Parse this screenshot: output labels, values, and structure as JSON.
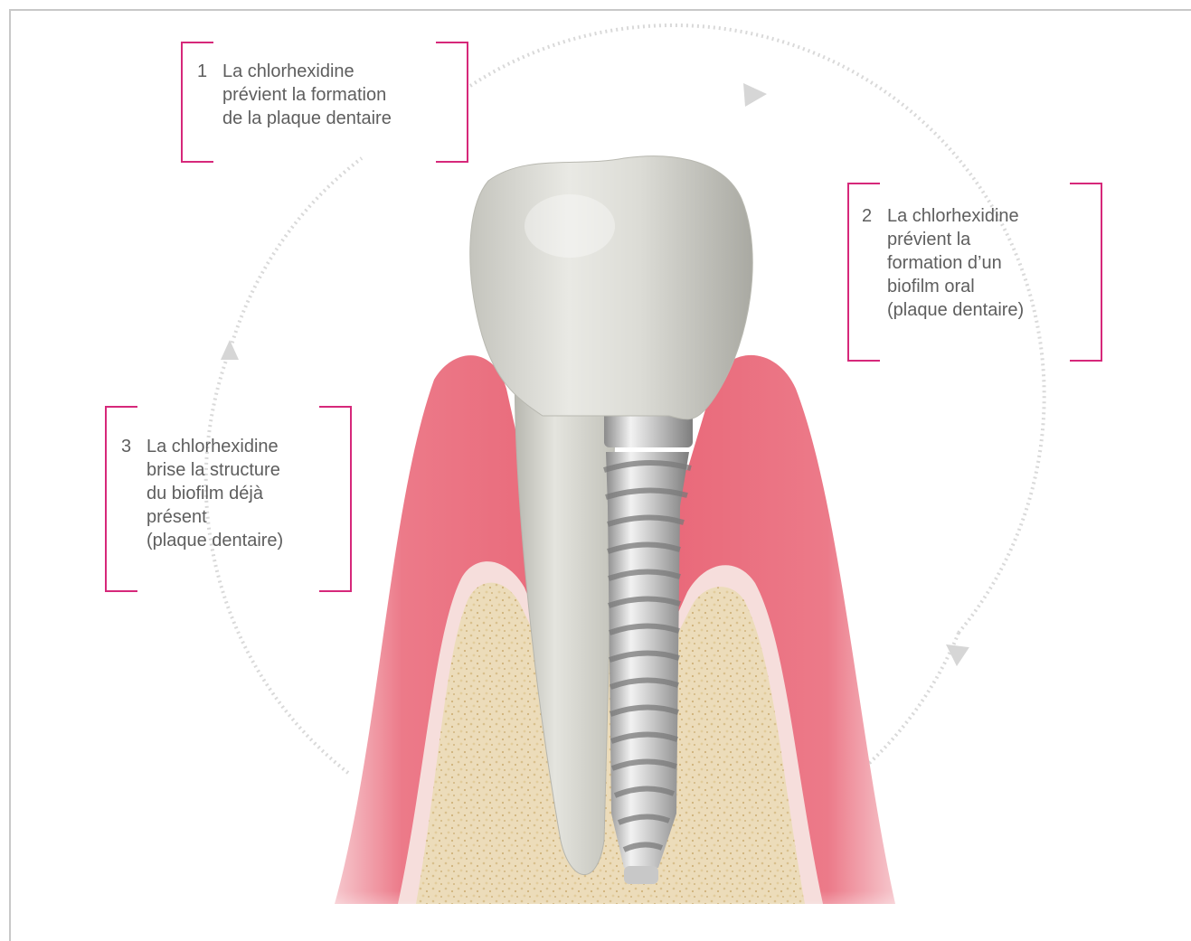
{
  "callouts": [
    {
      "number": "1",
      "text": "La chlorhexidine\nprévient la formation\nde la plaque dentaire"
    },
    {
      "number": "2",
      "text": "La chlorhexidine\nprévient la\nformation d’un\nbiofilm oral\n(plaque dentaire)"
    },
    {
      "number": "3",
      "text": "La chlorhexidine\nbrise la structure\ndu biofilm déjà\nprésent\n(plaque dentaire)"
    }
  ],
  "colors": {
    "bracket": "#d6287a",
    "text": "#5e5e5e",
    "cycle_arrow": "#d6d6d6",
    "gum": "#ea6f7f",
    "bone": "#e8d2a8",
    "crown": "#d9d9d2",
    "implant": "#b8b8b8"
  },
  "icons": {
    "cycle": "dotted-circular-arrow-icon"
  }
}
